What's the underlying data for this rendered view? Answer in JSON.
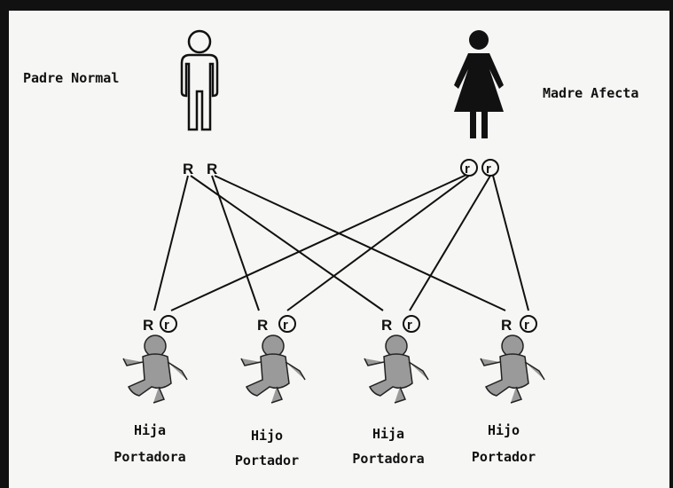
{
  "parents": {
    "father_label": "Padre Normal",
    "mother_label": "Madre Afecta",
    "father_alleles": [
      "R",
      "R"
    ],
    "mother_alleles": [
      "r",
      "r"
    ]
  },
  "children": [
    {
      "alleles": [
        "R",
        "r"
      ],
      "line1": "Hija",
      "line2": "Portadora"
    },
    {
      "alleles": [
        "R",
        "r"
      ],
      "line1": "Hijo",
      "line2": "Portador"
    },
    {
      "alleles": [
        "R",
        "r"
      ],
      "line1": "Hija",
      "line2": "Portadora"
    },
    {
      "alleles": [
        "R",
        "r"
      ],
      "line1": "Hijo",
      "line2": "Portador"
    }
  ],
  "colors": {
    "ink": "#111111",
    "paper": "#f6f6f4",
    "baby": "#9a9a9a"
  }
}
